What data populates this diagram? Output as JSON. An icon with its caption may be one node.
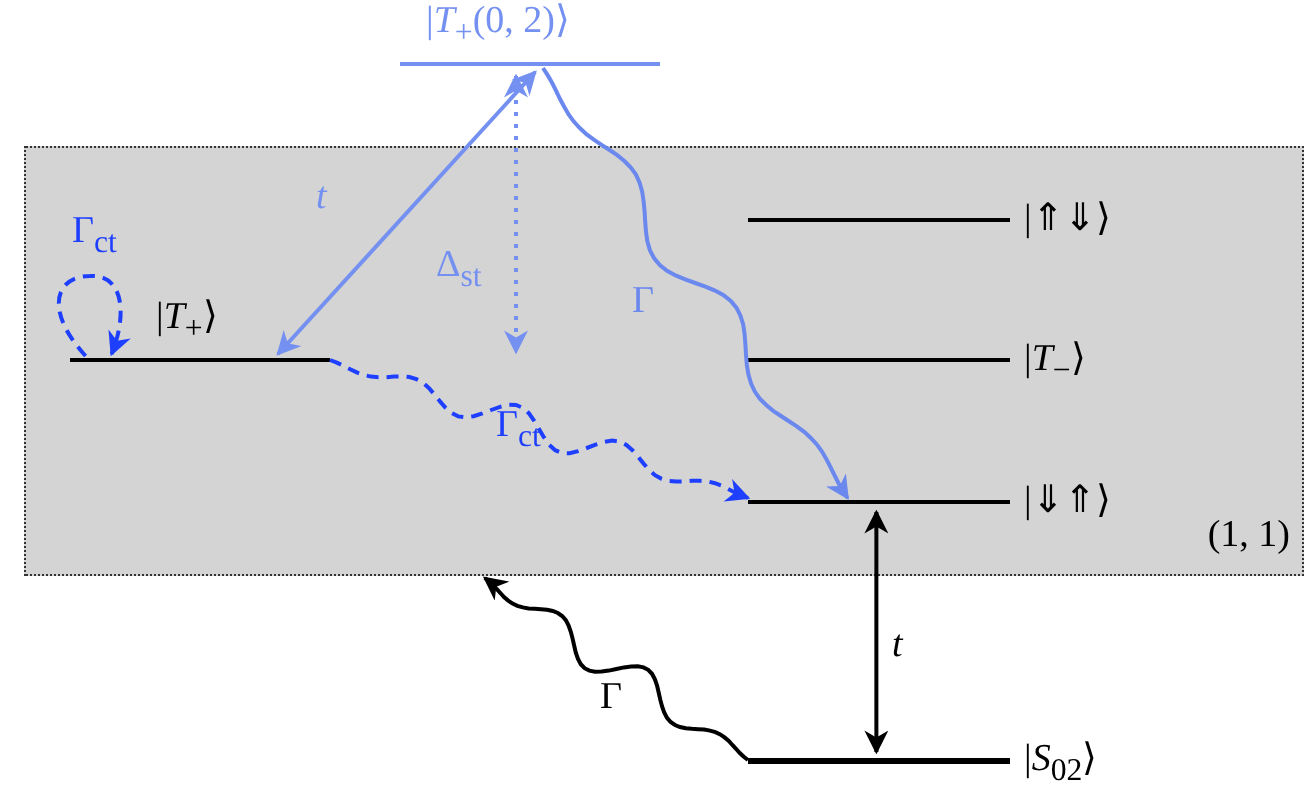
{
  "diagram": {
    "nodes": [
      {
        "text": [
          "(1, 1)"
        ]
      },
      {
        "text": [
          "|*T*$_{+}$(0, 2)⟩"
        ]
      },
      {
        "text": [
          "|*T*$_{+}$⟩"
        ],
        "in": 0
      },
      {
        "text": [
          "|⇑⇓⟩"
        ],
        "in": 0
      },
      {
        "text": [
          "|*T*$_{−}$⟩"
        ],
        "in": 0
      },
      {
        "text": [
          "|⇓⇑⟩"
        ],
        "in": 0
      },
      {
        "text": [
          "|*S*$_{02}$⟩"
        ]
      }
    ],
    "edges": [
      {
        "from": 1,
        "to": 2,
        "arrow": "both",
        "label": "*t*",
        "color": "#7490f0"
      },
      {
        "from": 2,
        "to": 2,
        "arrow": "to",
        "label": "Γ$_{ct}$",
        "style": "dashed",
        "color": "#1f3fff"
      },
      {
        "from": 2,
        "to": 5,
        "arrow": "to",
        "label": "Γ$_{ct}$",
        "style": "dashed",
        "color": "#1f3fff"
      },
      {
        "from": 1,
        "to": 5,
        "arrow": "to",
        "label": "Γ",
        "color": "#6a88ee"
      },
      {
        "from": 6,
        "to": 0,
        "arrow": "to",
        "label": "Γ",
        "color": "#000000"
      },
      {
        "from": 5,
        "to": 6,
        "arrow": "both",
        "label": "*t*",
        "color": "#000000"
      }
    ],
    "labels": [
      "Δ$_{st}$"
    ]
  }
}
